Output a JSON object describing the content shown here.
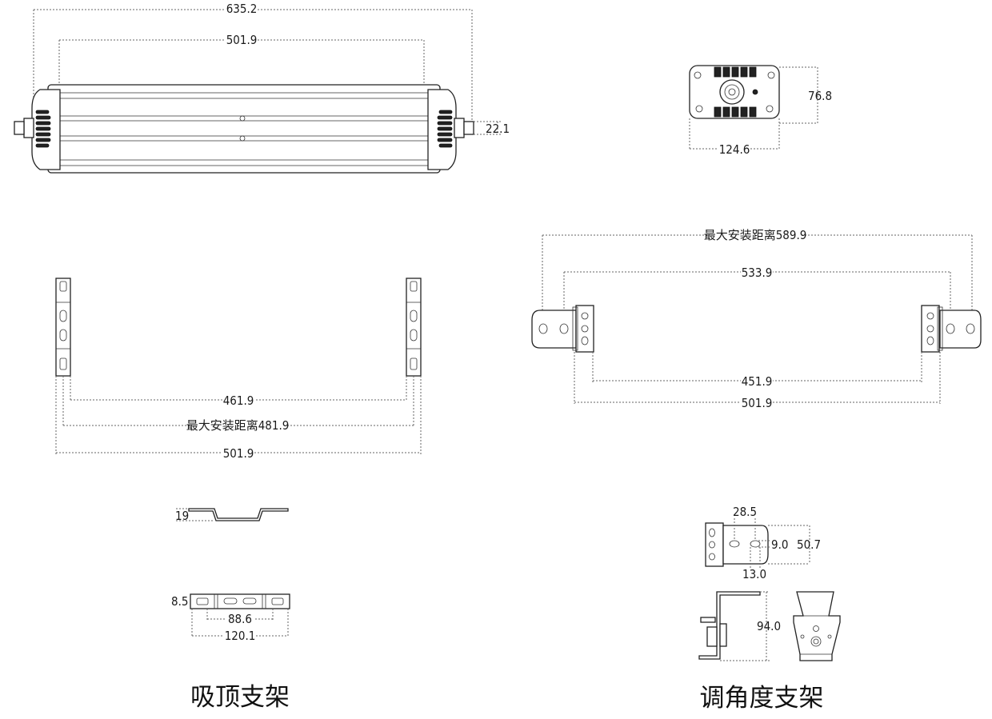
{
  "dimensions": {
    "total_length": "635.2",
    "body_length": "501.9",
    "end_cap": "22.1",
    "section_height": "76.8",
    "section_width": "124.6",
    "adj_max_install": "最大安装距离589.9",
    "adj_outer": "533.9",
    "adj_inner": "451.9",
    "adj_bracket_span": "501.9",
    "ceiling_inner": "461.9",
    "ceiling_max_install": "最大安装距离481.9",
    "ceiling_outer": "501.9",
    "clip_height": "19",
    "clip_width_small": "8.5",
    "clip_slots": "88.6",
    "clip_total": "120.1",
    "plate_offset": "28.5",
    "plate_slot": "9.0",
    "plate_height": "50.7",
    "plate_hole": "13.0",
    "angle_height": "94.0"
  },
  "captions": {
    "ceiling_bracket": "吸顶支架",
    "angle_bracket": "调角度支架"
  }
}
